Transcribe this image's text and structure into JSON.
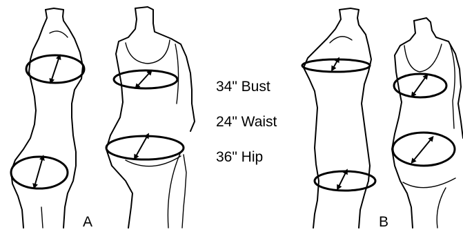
{
  "measurements": [
    {
      "label": "34\" Bust"
    },
    {
      "label": "24\" Waist"
    },
    {
      "label": "36\" Hip"
    }
  ],
  "panels": [
    {
      "letter": "A"
    },
    {
      "letter": "B"
    }
  ],
  "colors": {
    "ink": "#000000",
    "paper": "#ffffff"
  }
}
